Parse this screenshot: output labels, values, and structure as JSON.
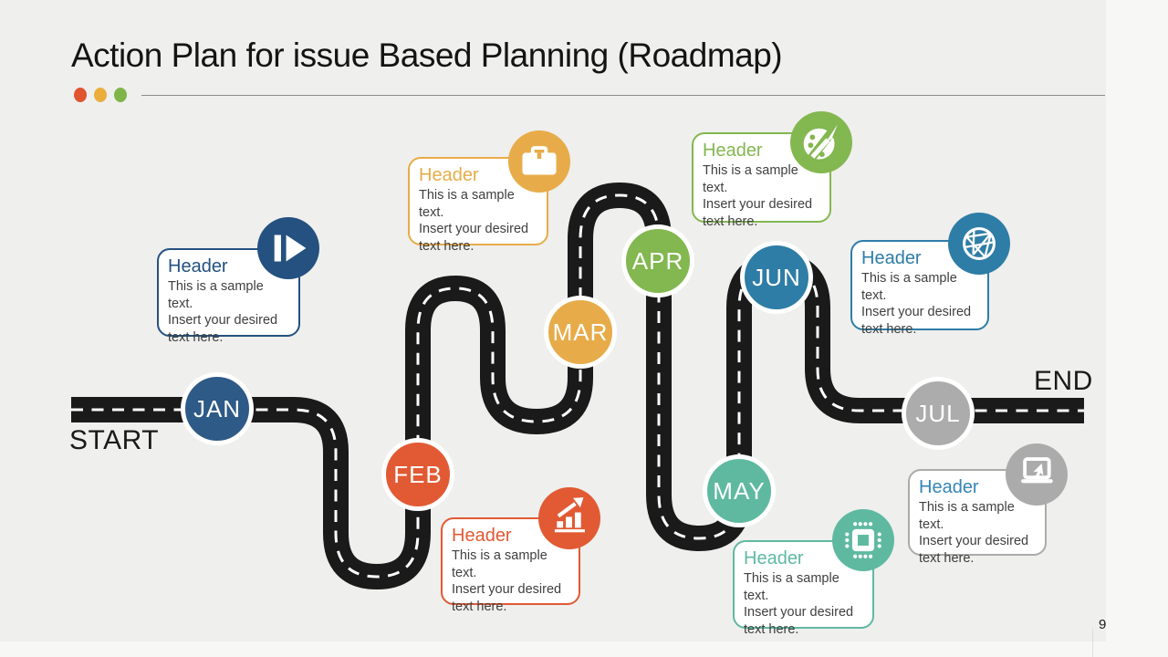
{
  "slide": {
    "title": "Action Plan for issue Based Planning (Roadmap)",
    "start_label": "START",
    "end_label": "END",
    "page_number": "9",
    "accent_dots": [
      "#E0542F",
      "#EBAE3D",
      "#7FB449"
    ],
    "background": "#EFEFED"
  },
  "road": {
    "asphalt_color": "#1A1A1A",
    "centerline_color": "#FFFFFF"
  },
  "months": [
    {
      "label": "JAN",
      "color": "#2D5A87"
    },
    {
      "label": "FEB",
      "color": "#E15A34"
    },
    {
      "label": "MAR",
      "color": "#E7AC49"
    },
    {
      "label": "APR",
      "color": "#83B750"
    },
    {
      "label": "MAY",
      "color": "#5FB9A1"
    },
    {
      "label": "JUN",
      "color": "#2E7DA6"
    },
    {
      "label": "JUL",
      "color": "#ACACAC"
    }
  ],
  "callouts": [
    {
      "header": "Header",
      "body": "This is a sample text.\nInsert your desired\ntext here.",
      "icon": "fast-forward-icon",
      "accent": "#245180"
    },
    {
      "header": "Header",
      "body": "This is a sample text.\nInsert your desired\ntext here.",
      "icon": "growth-chart-icon",
      "accent": "#E15A34"
    },
    {
      "header": "Header",
      "body": "This is a sample text.\nInsert your desired\ntext here.",
      "icon": "briefcase-icon",
      "accent": "#E7AC49"
    },
    {
      "header": "Header",
      "body": "This is a sample text.\nInsert your desired\ntext here.",
      "icon": "palette-icon",
      "accent": "#83B750"
    },
    {
      "header": "Header",
      "body": "This is a sample text.\nInsert your desired\ntext here.",
      "icon": "chip-icon",
      "accent": "#5FB9A1"
    },
    {
      "header": "Header",
      "body": "This is a sample text.\nInsert your desired\ntext here.",
      "icon": "globe-icon",
      "accent": "#2E7DA6"
    },
    {
      "header": "Header",
      "body": "This is a sample text.\nInsert your desired\ntext here.",
      "icon": "laptop-icon",
      "accent": "#ABABAB",
      "header_color": "#3585B5"
    }
  ]
}
